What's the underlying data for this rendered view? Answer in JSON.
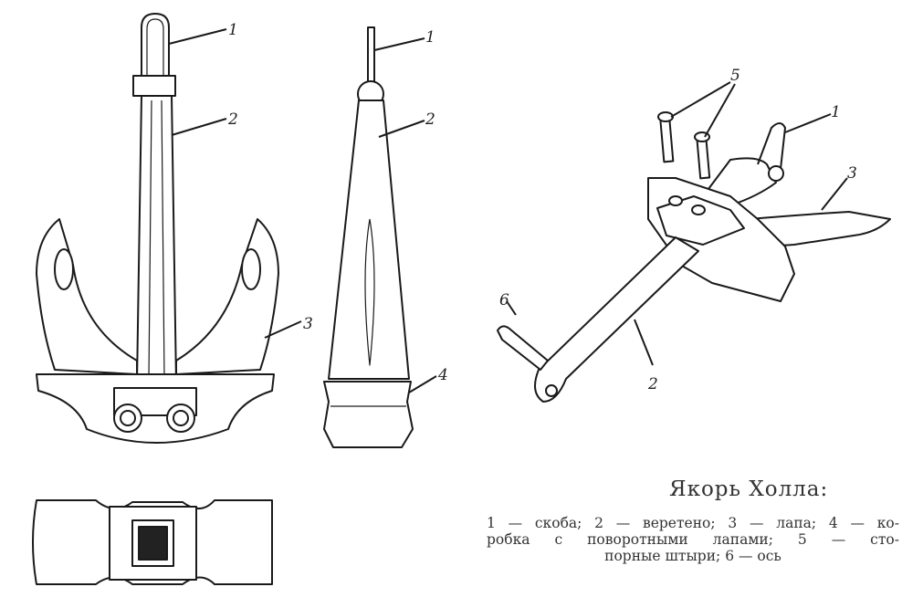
{
  "figure": {
    "title": "Якорь Холла:",
    "caption_lines": [
      "1 — скоба;  2 — веретено;  3 — лапа;  4 — ко-",
      "робка  с  поворотными  лапами;  5 — сто-",
      "порные штыри; 6 — ось"
    ],
    "front_view_labels": [
      "1",
      "2",
      "3"
    ],
    "side_view_labels": [
      "1",
      "2",
      "4"
    ],
    "perspective_labels": [
      "5",
      "1",
      "3",
      "6",
      "2"
    ]
  }
}
